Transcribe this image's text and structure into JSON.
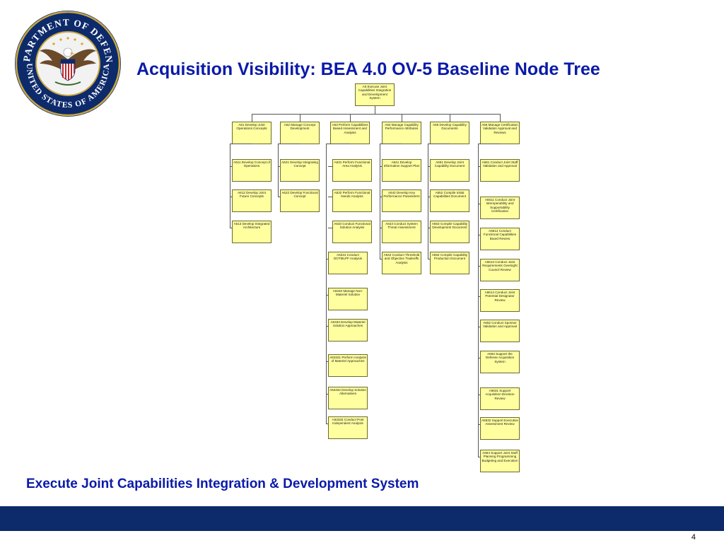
{
  "title": "Acquisition Visibility: BEA 4.0 OV-5 Baseline Node Tree",
  "subtitle": "Execute Joint Capabilities Integration & Development System",
  "page_number": "4",
  "seal": {
    "top_text": "DEPARTMENT OF DEFENSE",
    "bottom_text": "UNITED STATES OF AMERICA",
    "icon": "eagle-shield-icon"
  },
  "colors": {
    "title": "#0a1aa8",
    "band": "#0d2a6b",
    "node_fill": "#ffffa0",
    "node_border": "#6b6b2a"
  },
  "tree": {
    "root": "A6 Execute Joint Capabilities Integration and Development System",
    "branches": [
      {
        "label": "A61 Develop Joint Operations Concepts",
        "children": [
          "A611 Develop Concept of Operations",
          "A612 Develop Joint Future Concepts",
          "A613 Develop Integrated Architecture"
        ]
      },
      {
        "label": "A62 Manage Concept Development",
        "children": [
          "A621 Develop Integrating Concept",
          "A622 Develop Functional Concept"
        ]
      },
      {
        "label": "A63 Perform Capabilities Based Assessment and Analysis",
        "children": [
          "A631 Perform Functional Area Analysis",
          "A632 Perform Functional Needs Analysis",
          "A633 Conduct Functional Solution Analysis",
          "A6331 Conduct DOTMLPF Analysis",
          "A6332 Manage Non-Materiel Solution",
          "A6333 Develop Materiel Solution Approaches",
          "A63331 Perform Analysis of Materiel Approaches",
          "A63332 Develop Solution Alternatives",
          "A63333 Conduct Post Independent Analysis"
        ]
      },
      {
        "label": "A64 Manage Capability Performance Attributes",
        "children": [
          "A641 Develop Information Support Plan",
          "A642 Develop Key Performance Parameters",
          "A643 Conduct System Threat Assessment",
          "A644 Conduct Threshold and Objective Tradeoffs Analysis"
        ]
      },
      {
        "label": "A65 Develop Capability Documents",
        "children": [
          "A651 Develop Joint Capability Document",
          "A652 Compile Initial Capabilities Document",
          "A653 Compile Capability Development Document",
          "A654 Compile Capability Production Document"
        ]
      },
      {
        "label": "A66 Manage Certification Validation Approval and Reviews",
        "children": [
          "A661 Conduct Joint Staff Validation and Approval",
          "A6611 Conduct Joint Interoperability and Supportability Certification",
          "A6612 Conduct Functional Capabilities Board Review",
          "A6613 Conduct Joint Requirements Oversight Council Review",
          "A6614 Conduct Joint Potential Designator Review",
          "A662 Conduct Sponsor Validation and Approval",
          "A663 Support the Defense Acquisition System",
          "A6631 Support Acquisition Decision Review",
          "A6632 Support Executive Assessment Review",
          "A664 Support Joint Staff Planning Programming Budgeting and Execution"
        ]
      }
    ]
  }
}
